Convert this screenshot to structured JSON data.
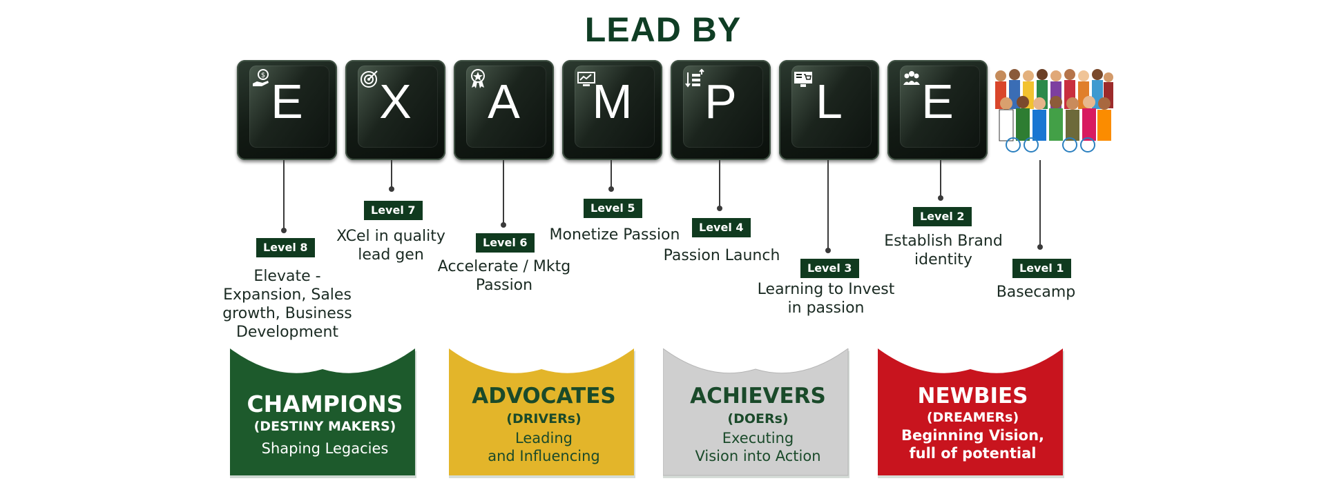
{
  "title": "LEAD BY",
  "keys": [
    {
      "letter": "E",
      "icon": "money-hand-icon"
    },
    {
      "letter": "X",
      "icon": "target-icon"
    },
    {
      "letter": "A",
      "icon": "award-ribbon-icon"
    },
    {
      "letter": "M",
      "icon": "computer-chart-icon"
    },
    {
      "letter": "P",
      "icon": "sort-list-icon"
    },
    {
      "letter": "L",
      "icon": "monitor-cart-icon"
    },
    {
      "letter": "E",
      "icon": "team-icon"
    }
  ],
  "levels": [
    {
      "badge": "Level 8",
      "text": "Elevate - Expansion, Sales growth, Business Development"
    },
    {
      "badge": "Level 7",
      "text": "XCel in quality lead gen"
    },
    {
      "badge": "Level 6",
      "text": "Accelerate / Mktg Passion"
    },
    {
      "badge": "Level 5",
      "text": "Monetize Passion"
    },
    {
      "badge": "Level 4",
      "text": "Passion Launch"
    },
    {
      "badge": "Level 3",
      "text": "Learning to Invest in passion"
    },
    {
      "badge": "Level 2",
      "text": "Establish Brand identity"
    },
    {
      "badge": "Level 1",
      "text": "Basecamp"
    }
  ],
  "banners": [
    {
      "title": "CHAMPIONS",
      "subtitle": "(DESTINY MAKERS)",
      "line1": "Shaping Legacies",
      "line2": "",
      "color": "#1d5a2c"
    },
    {
      "title": "ADVOCATES",
      "subtitle": "(DRIVERs)",
      "line1": "Leading",
      "line2": "and Influencing",
      "color": "#e3b52a"
    },
    {
      "title": "ACHIEVERS",
      "subtitle": "(DOERs)",
      "line1": "Executing",
      "line2": "Vision into Action",
      "color": "#cfcfcf"
    },
    {
      "title": "NEWBIES",
      "subtitle": "(DREAMERs)",
      "line1": "Beginning Vision,",
      "line2": "full of potential",
      "color": "#c8141e"
    }
  ],
  "colors": {
    "accent": "#103a1f",
    "title": "#0f3d24"
  }
}
